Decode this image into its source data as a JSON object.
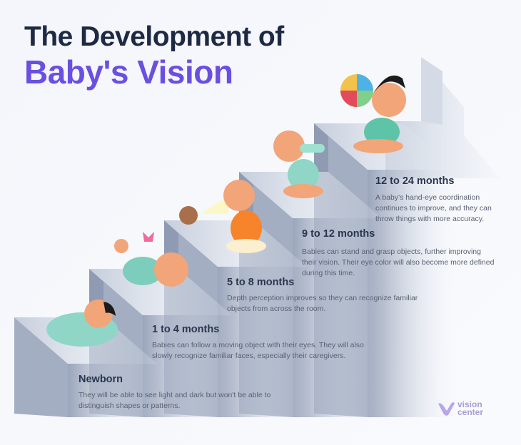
{
  "title": {
    "line1": "The Development of",
    "line2": "Baby's Vision"
  },
  "stages": [
    {
      "heading": "Newborn",
      "description": "They will be able to see light and dark but won't be able to distinguish shapes or patterns."
    },
    {
      "heading": "1 to 4 months",
      "description": "Babies can follow a moving object with their eyes. They will also slowly recognize familiar faces, especially their caregivers."
    },
    {
      "heading": "5 to 8 months",
      "description": "Depth perception improves so they can recognize familiar objects from across the room."
    },
    {
      "heading": "9 to 12 months",
      "description": "Babies can stand and grasp objects, further improving their vision. Their eye color will also become more defined during this time."
    },
    {
      "heading": "12 to 24 months",
      "description": "A baby's hand-eye coordination continues to improve, and they can throw things with more accuracy."
    }
  ],
  "logo": {
    "line1": "vision",
    "line2": "center"
  },
  "colors": {
    "title": "#1e2a44",
    "accent": "#6b4fe0",
    "tread": "#c9d1de",
    "riser": "#96a2b8"
  }
}
